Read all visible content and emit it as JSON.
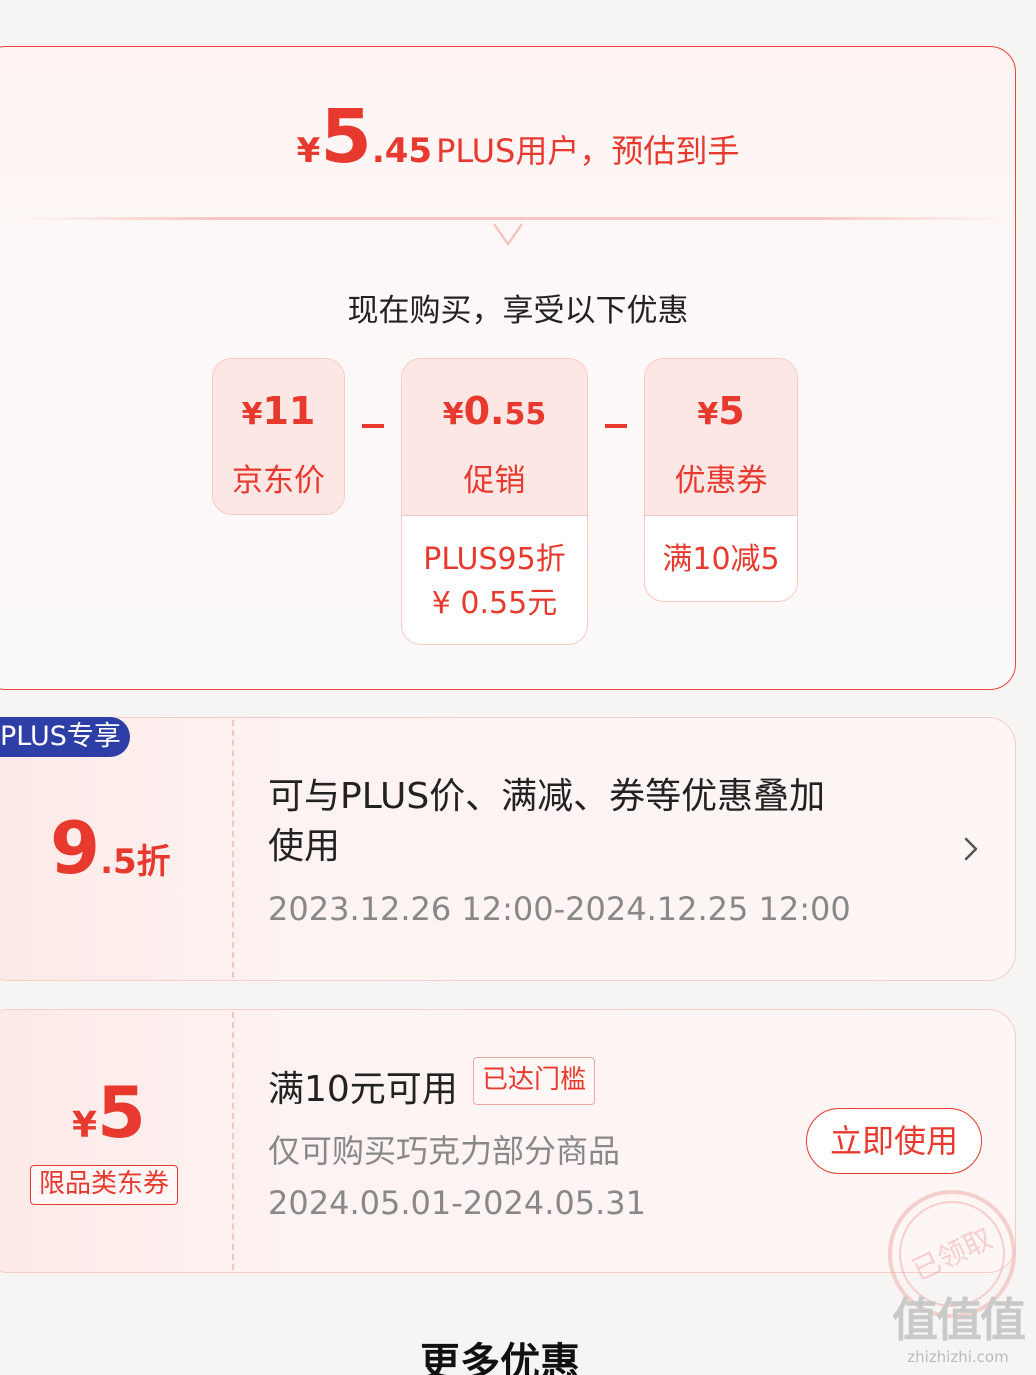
{
  "summary": {
    "yen_symbol": "¥",
    "price_int": "5",
    "price_dec": ".45",
    "price_label": "PLUS用户，预估到手",
    "buy_now_text": "现在购买，享受以下优惠",
    "breakdown": [
      {
        "yen": "¥",
        "amount": "11",
        "label": "京东价"
      },
      {
        "yen": "¥",
        "amount": "0.",
        "amount_small": "55",
        "label": "促销",
        "detail_line1": "PLUS95折",
        "detail_line2": "¥ 0.55元"
      },
      {
        "yen": "¥",
        "amount": "5",
        "label": "优惠券",
        "detail_line1": "满10减5"
      }
    ]
  },
  "plus_coupon": {
    "badge": "PLUS专享",
    "discount_big": "9",
    "discount_rest": ".5折",
    "description": "可与PLUS价、满减、券等优惠叠加使用",
    "valid_time": "2023.12.26 12:00-2024.12.25 12:00"
  },
  "category_coupon": {
    "yen": "¥",
    "value": "5",
    "type_label": "限品类东券",
    "title": "满10元可用",
    "threshold_tag": "已达门槛",
    "scope": "仅可购买巧克力部分商品",
    "valid_time": "2024.05.01-2024.05.31",
    "use_button": "立即使用",
    "stamp_text": "已领取"
  },
  "footer": {
    "more_title": "更多优惠",
    "watermark_logo": "值值值",
    "watermark_url": "zhizhizhi.com"
  },
  "colors": {
    "accent": "#e8392f",
    "plus_badge": "#2d3fa6"
  }
}
